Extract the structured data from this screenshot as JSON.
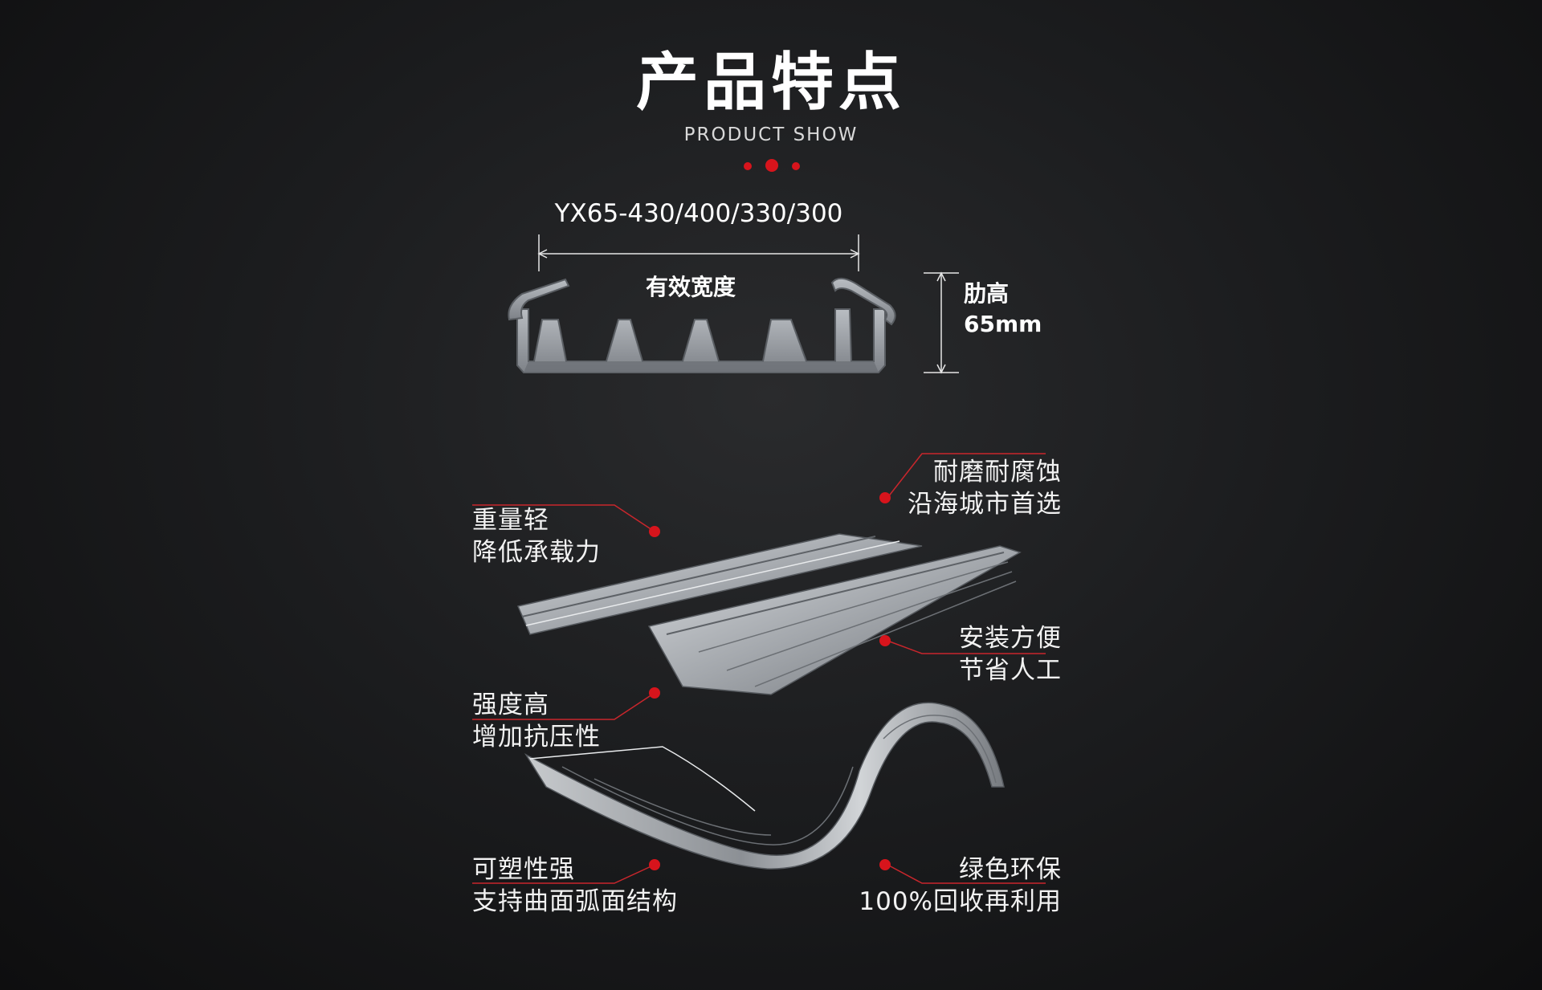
{
  "header": {
    "title": "产品特点",
    "subtitle": "PRODUCT SHOW"
  },
  "profile": {
    "model": "YX65-430/400/330/300",
    "effective_width_label": "有效宽度",
    "rib_height_label": "肋高",
    "rib_height_value": "65mm"
  },
  "features": [
    {
      "line1": "重量轻",
      "line2": "降低承载力"
    },
    {
      "line1": "耐磨耐腐蚀",
      "line2": "沿海城市首选"
    },
    {
      "line1": "安装方便",
      "line2": "节省人工"
    },
    {
      "line1": "强度高",
      "line2": "增加抗压性"
    },
    {
      "line1": "可塑性强",
      "line2": "支持曲面弧面结构"
    },
    {
      "line1": "绿色环保",
      "line2": "100%回收再利用"
    }
  ],
  "colors": {
    "accent": "#d7141c",
    "background": "#1c1d1f",
    "text": "#ffffff",
    "metal": "#8c9096"
  }
}
